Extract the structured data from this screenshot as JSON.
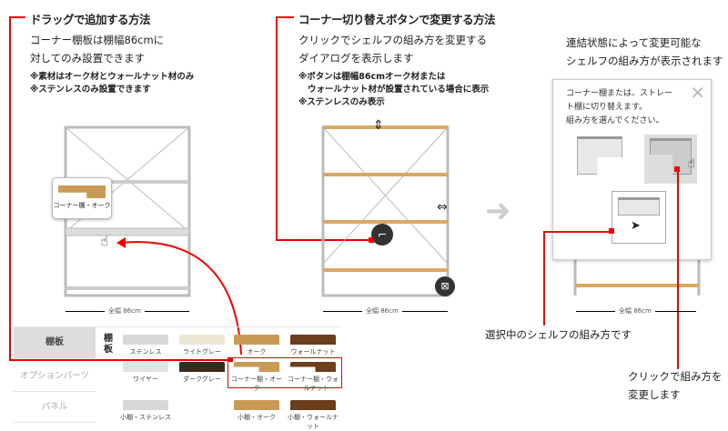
{
  "section1": {
    "title": "ドラッグで追加する方法",
    "lead": [
      "コーナー棚板は棚幅86cmに",
      "対してのみ設置できます"
    ],
    "notes": [
      "※素材はオーク材とウォールナット材のみ",
      "※ステンレスのみ設置できます"
    ],
    "tooltip": "コーナー棚・オーク"
  },
  "section2": {
    "title": "コーナー切り替えボタンで変更する方法",
    "lead": [
      "クリックでシェルフの組み方を変更する",
      "ダイアログを表示します"
    ],
    "notes": [
      "※ボタンは棚幅86cmオーク材または",
      "ウォールナット材が設置されている場合に表示",
      "※ステンレスのみ表示"
    ]
  },
  "section3": {
    "lead": [
      "連結状態によって変更可能な",
      "シェルフの組み方が表示されます"
    ],
    "dialog": {
      "text": [
        "コーナー棚または、ストレー",
        "ト棚に切り替えます。",
        "組み方を選んでください。"
      ]
    }
  },
  "dimension": "全幅 86cm",
  "callouts": {
    "selected": "選択中のシェルフの組み方です",
    "click": [
      "クリックで組み方を",
      "変更します"
    ]
  },
  "panel": {
    "sidebar": [
      "棚板",
      "オプションパーツ",
      "パネル"
    ],
    "column_label": "棚板",
    "items": [
      {
        "label": "ステンレス",
        "color": "#d8d8d8"
      },
      {
        "label": "ライトグレー",
        "color": "#ece6d6"
      },
      {
        "label": "オーク",
        "color": "#c99a56"
      },
      {
        "label": "ウォールナット",
        "color": "#6b3e1c"
      },
      {
        "label": "ワイヤー",
        "color": "#e2e2e2"
      },
      {
        "label": "ダークグレー",
        "color": "#3a2a1e"
      },
      {
        "label": "コーナー棚・オーク",
        "color": "#c99a56"
      },
      {
        "label": "コーナー棚・ウォールナット",
        "color": "#6b3e1c"
      },
      {
        "label": "小棚・ステンレス",
        "color": "#d8d8d8"
      },
      {
        "label": "",
        "color": ""
      },
      {
        "label": "小棚・オーク",
        "color": "#c99a56"
      },
      {
        "label": "小棚・ウォールナット",
        "color": "#6b3e1c"
      }
    ]
  }
}
